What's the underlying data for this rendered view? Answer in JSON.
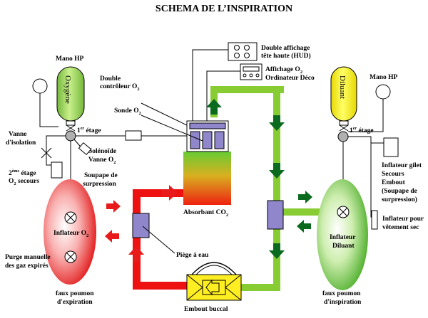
{
  "title": "SCHEMA DE L’INSPIRATION",
  "colors": {
    "oxygen_cylinder": "#a8e05a",
    "diluent_cylinder": "#ffff00",
    "green_pipe": "#88cc33",
    "red_pipe": "#ee1111",
    "green_arrow": "#0a6a1e",
    "red_arrow": "#e81a1a",
    "component_blue": "#8f86cc",
    "mouthpiece_yellow": "#ffee22"
  },
  "labels": {
    "hud": {
      "line1": "Double affichage",
      "line2": "tête haute (HUD)"
    },
    "display": {
      "line1_main": "Affichage O",
      "line1_sub": "2",
      "line2": "Ordinateur Déco"
    },
    "controller": {
      "line1": "Double",
      "line2_main": "contrôleur O",
      "line2_sub": "2"
    },
    "sensor": {
      "main": "Sonde O",
      "sub": "2"
    },
    "mano_left": "Mano HP",
    "mano_right": "Mano HP",
    "oxygen_cylinder": "Oxygène",
    "diluent_cylinder": "Diluant",
    "first_stage_left": {
      "sup": "er",
      "main": "étage",
      "num": "1"
    },
    "first_stage_right": {
      "sup": "er",
      "main": "étage",
      "num": "1"
    },
    "isolation_valve": {
      "line1": "Vanne",
      "line2": "d'isolation"
    },
    "second_stage": {
      "num": "2",
      "sup": "ème",
      "main": "étage",
      "line2_main": "O",
      "line2_sub": "2",
      "line2_rest": " secours"
    },
    "solenoid": {
      "line1": "Solénoïde",
      "line2_main": "Vanne O",
      "line2_sub": "2"
    },
    "relief_valve": {
      "line1": "Soupape de",
      "line2": "surpression"
    },
    "absorbent": {
      "main": "Absorbant CO",
      "sub": "2"
    },
    "oxygen_inflator": {
      "main": "Inflateur O",
      "sub": "2"
    },
    "manual_purge": {
      "line1": "Purge manuelle",
      "line2": "des gaz expirés"
    },
    "water_trap": "Piège à eau",
    "exhale_lung": {
      "line1": "faux poumon",
      "line2": "d'expiration"
    },
    "mouthpiece": "Embout buccal",
    "inhale_lung": {
      "line1": "faux poumon",
      "line2": "d'inspiration"
    },
    "diluent_inflator": {
      "line1": "Inflateur",
      "line2": "Diluant"
    },
    "bcd_inflator": {
      "line1": "Inflateur gilet",
      "line2": "Secours",
      "line3": "Embout",
      "line4": "(Soupape de",
      "line5": "surpression)"
    },
    "drysuit_inflator": {
      "line1": "Inflateur pour",
      "line2": "vêtement sec"
    }
  }
}
